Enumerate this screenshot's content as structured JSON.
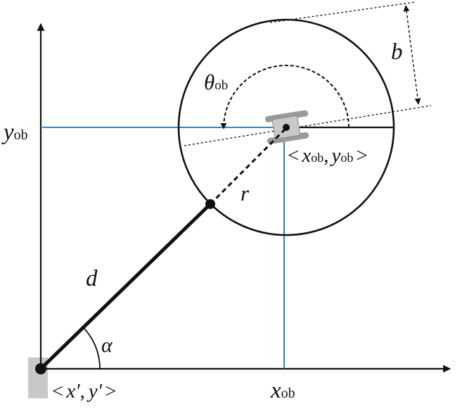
{
  "labels": {
    "y_axis": "y",
    "y_axis_sub": "ob",
    "x_axis": "x",
    "x_axis_sub": "ob",
    "theta": "θ",
    "theta_sub": "ob",
    "b": "b",
    "r": "r",
    "d": "d",
    "alpha": "α",
    "obstacle_point": {
      "open": "<",
      "x": "x",
      "x_sub": "ob",
      "comma": ",",
      "y": "y",
      "y_sub": "ob",
      "close": ">"
    },
    "origin_point": {
      "open": "<",
      "x": "x′",
      "comma": ",",
      "y": "y′",
      "close": ">"
    }
  },
  "colors": {
    "ink": "#111111",
    "projection_line": "#1f6fb5",
    "vehicle_fill": "#9a9a9a",
    "vehicle_body": "#c9c9c9",
    "origin_marker": "#c8c8c8"
  }
}
